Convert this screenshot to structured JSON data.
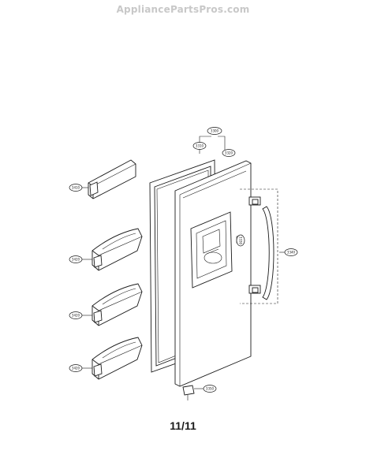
{
  "watermark": "AppliancePartsPros.com",
  "page_number": "11/11",
  "callouts": [
    {
      "id": "door-assembly",
      "label": "3300"
    },
    {
      "id": "door-left",
      "label": "3310"
    },
    {
      "id": "door-right",
      "label": "3320"
    },
    {
      "id": "bin-top",
      "label": "3410"
    },
    {
      "id": "bin-1",
      "label": "3420"
    },
    {
      "id": "bin-2",
      "label": "3420"
    },
    {
      "id": "bin-3",
      "label": "3420"
    },
    {
      "id": "handle-bracket",
      "label": "3330"
    },
    {
      "id": "handle",
      "label": "3340"
    },
    {
      "id": "hinge-cap",
      "label": "3350"
    }
  ]
}
